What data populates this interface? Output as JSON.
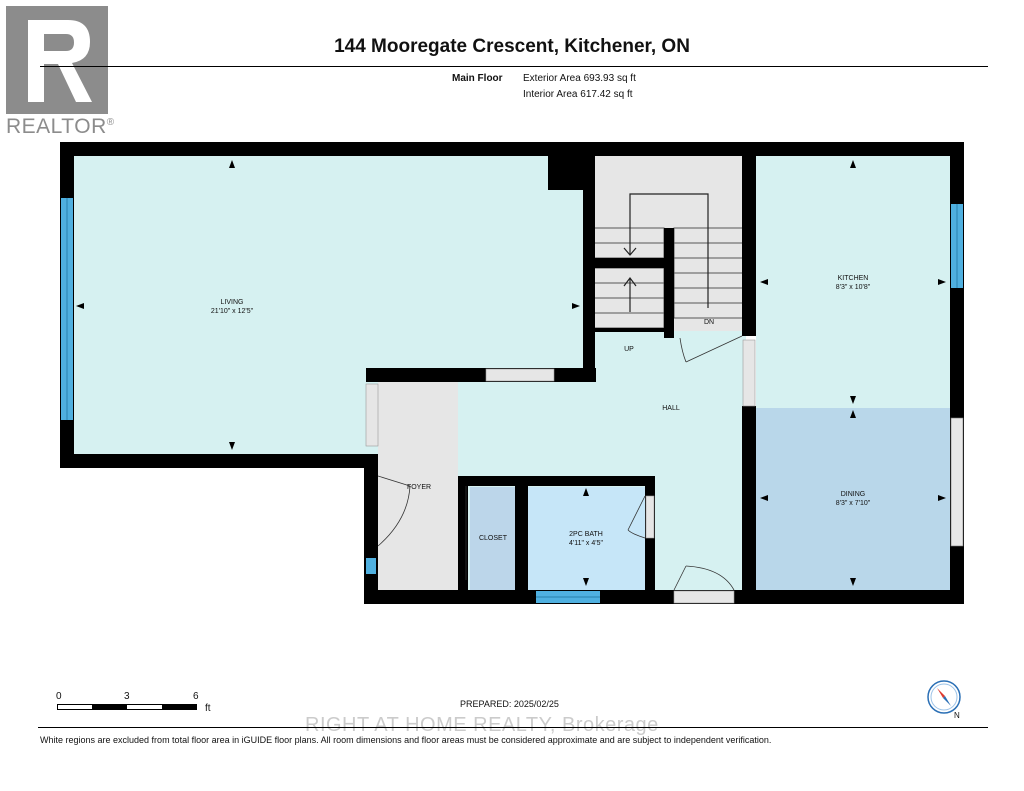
{
  "logo": {
    "text": "REALTOR",
    "symbol": "®"
  },
  "header": {
    "title": "144 Mooregate Crescent, Kitchener, ON",
    "floor": "Main Floor",
    "exterior_area": "Exterior Area 693.93 sq ft",
    "interior_area": "Interior Area 617.42 sq ft"
  },
  "rooms": {
    "living": {
      "name": "LIVING",
      "dims": "21'10\" x 12'5\""
    },
    "kitchen": {
      "name": "KITCHEN",
      "dims": "8'3\" x 10'8\""
    },
    "dining": {
      "name": "DINING",
      "dims": "8'3\" x 7'10\""
    },
    "bath": {
      "name": "2PC BATH",
      "dims": "4'11\" x 4'5\""
    },
    "hall": {
      "name": "HALL"
    },
    "foyer": {
      "name": "FOYER"
    },
    "closet": {
      "name": "CLOSET"
    },
    "up": {
      "name": "UP"
    },
    "dn": {
      "name": "DN"
    }
  },
  "scale": {
    "ticks": [
      "0",
      "3",
      "6"
    ],
    "unit": "ft"
  },
  "prepared": "PREPARED: 2025/02/25",
  "watermark": "RIGHT AT HOME REALTY, Brokerage",
  "compass": {
    "label": "N"
  },
  "footer": "White regions are excluded from total floor area in iGUIDE floor plans. All room dimensions and floor areas must be considered approximate and are subject to independent verification.",
  "colors": {
    "room": "#d6f1f1",
    "dining": "#b9d7ea",
    "bath": "#c6e6f8",
    "closet": "#bcd6ea",
    "stairs": "#e6e6e6",
    "wall": "#000000",
    "window": "#4fb0e0"
  }
}
